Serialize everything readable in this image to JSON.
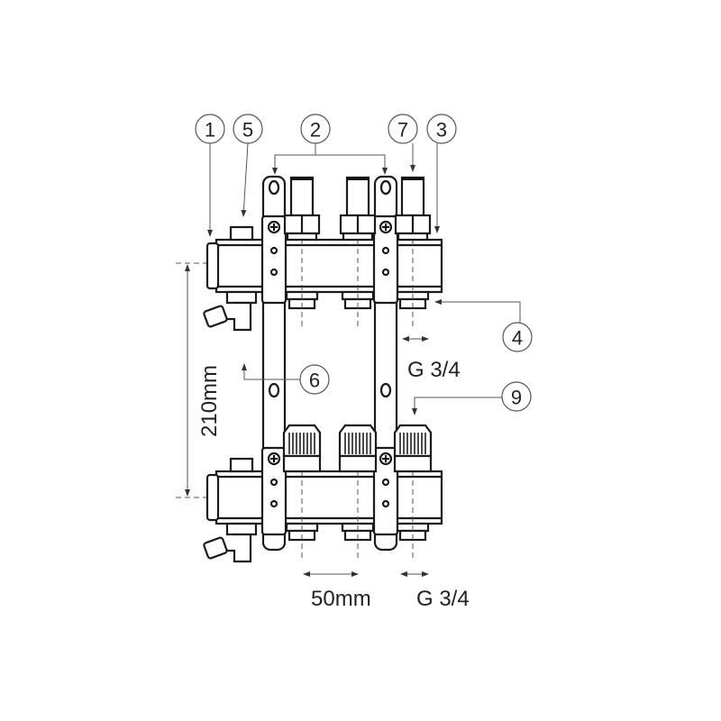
{
  "callouts": [
    "1",
    "5",
    "2",
    "7",
    "3",
    "4",
    "6",
    "9"
  ],
  "dimensions": {
    "height": "210mm",
    "spacing": "50mm",
    "thread_outlet_top": "G 3/4",
    "thread_outlet_bottom": "G 3/4"
  },
  "colors": {
    "line": "#1a1a1a",
    "leader": "#555555"
  }
}
